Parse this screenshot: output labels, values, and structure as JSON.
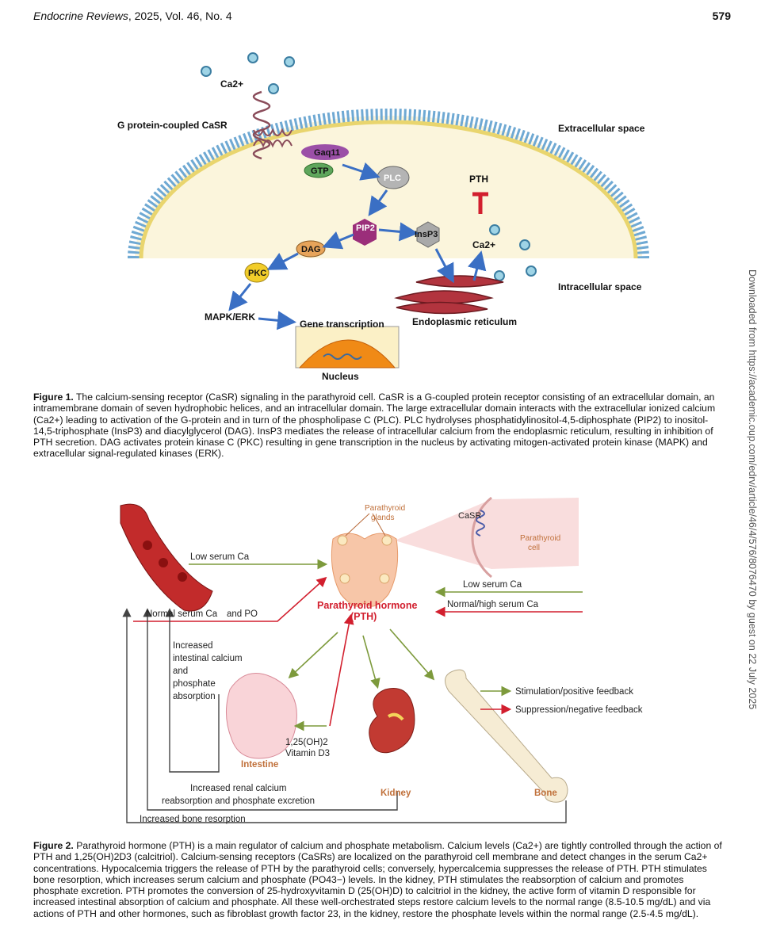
{
  "header": {
    "journal": "Endocrine Reviews",
    "issue": ", 2025, Vol. 46, No. 4",
    "page": "579"
  },
  "side_note": "Downloaded from https://academic.oup.com/edrv/article/46/4/576/8076470 by guest on 22 July 2025",
  "figure1": {
    "labels": {
      "ca_top": "Ca2+",
      "casr": "G protein-coupled CaSR",
      "extracellular": "Extracellular space",
      "gaq": "Gaq11",
      "gtp": "GTP",
      "plc": "PLC",
      "pth": "PTH",
      "pip2": "PIP2",
      "insp3": "InsP3",
      "ca_right": "Ca2+",
      "dag": "DAG",
      "pkc": "PKC",
      "intracellular": "Intracellular space",
      "mapk": "MAPK/ERK",
      "gene": "Gene transcription",
      "er": "Endoplasmic reticulum",
      "nucleus": "Nucleus"
    },
    "caption_label": "Figure 1.",
    "caption": "The calcium-sensing receptor (CaSR) signaling in the parathyroid cell. CaSR is a G-coupled protein receptor consisting of an extracellular domain, an intramembrane domain of seven hydrophobic helices, and an intracellular domain. The large extracellular domain interacts with the extracellular ionized calcium (Ca2+) leading to activation of the G-protein and in turn of the phospholipase C (PLC). PLC hydrolyses phosphatidylinositol-4,5-diphosphate (PIP2) to inositol-14,5-triphosphate (InsP3) and diacylglycerol (DAG). InsP3 mediates the release of intracellular calcium from the endoplasmic reticulum, resulting in inhibition of PTH secretion. DAG activates protein kinase C (PKC) resulting in gene transcription in the nucleus by activating mitogen-activated protein kinase (MAPK) and extracellular signal-regulated kinases (ERK)."
  },
  "figure2": {
    "labels": {
      "parathyroid_glands_1": "Parathyroid",
      "parathyroid_glands_2": "glands",
      "casr": "CaSR",
      "parathyroid_cell_1": "Parathyroid",
      "parathyroid_cell_2": "cell",
      "low_serum_left": "Low serum Ca",
      "low_serum_right": "Low serum Ca",
      "normal_high": "Normal/high serum Ca",
      "normal_serum": "Normal serum Ca",
      "and_po4": " and PO",
      "pth_1": "Parathyroid hormone",
      "pth_2": "(PTH)",
      "intestinal_1": "Increased",
      "intestinal_2": "intestinal calcium",
      "intestinal_3": "and",
      "intestinal_4": "phosphate",
      "intestinal_5": "absorption",
      "vitd_1": "1,25(OH)2",
      "vitd_2": "Vitamin D3",
      "intestine": "Intestine",
      "kidney": "Kidney",
      "bone": "Bone",
      "renal_1": "Increased renal calcium",
      "renal_2": "reabsorption and phosphate excretion",
      "bone_resorption": "Increased bone resorption",
      "legend_stim": "Stimulation/positive feedback",
      "legend_supp": "Suppression/negative feedback"
    },
    "colors": {
      "stimulation": "#7d9a3c",
      "suppression": "#d21f2e",
      "feedback_line": "#444444"
    },
    "caption_label": "Figure 2.",
    "caption": "Parathyroid hormone (PTH) is a main regulator of calcium and phosphate metabolism. Calcium levels (Ca2+) are tightly controlled through the action of PTH and 1,25(OH)2D3 (calcitriol). Calcium-sensing receptors (CaSRs) are localized on the parathyroid cell membrane and detect changes in the serum Ca2+ concentrations. Hypocalcemia triggers the release of PTH by the parathyroid cells; conversely, hypercalcemia suppresses the release of PTH. PTH stimulates bone resorption, which increases serum calcium and phosphate (PO43−) levels. In the kidney, PTH stimulates the reabsorption of calcium and promotes phosphate excretion. PTH promotes the conversion of 25-hydroxyvitamin D (25(OH)D) to calcitriol in the kidney, the active form of vitamin D responsible for increased intestinal absorption of calcium and phosphate. All these well-orchestrated steps restore calcium levels to the normal range (8.5-10.5 mg/dL) and via actions of PTH and other hormones, such as fibroblast growth factor 23, in the kidney, restore the phosphate levels within the normal range (2.5-4.5 mg/dL)."
  }
}
